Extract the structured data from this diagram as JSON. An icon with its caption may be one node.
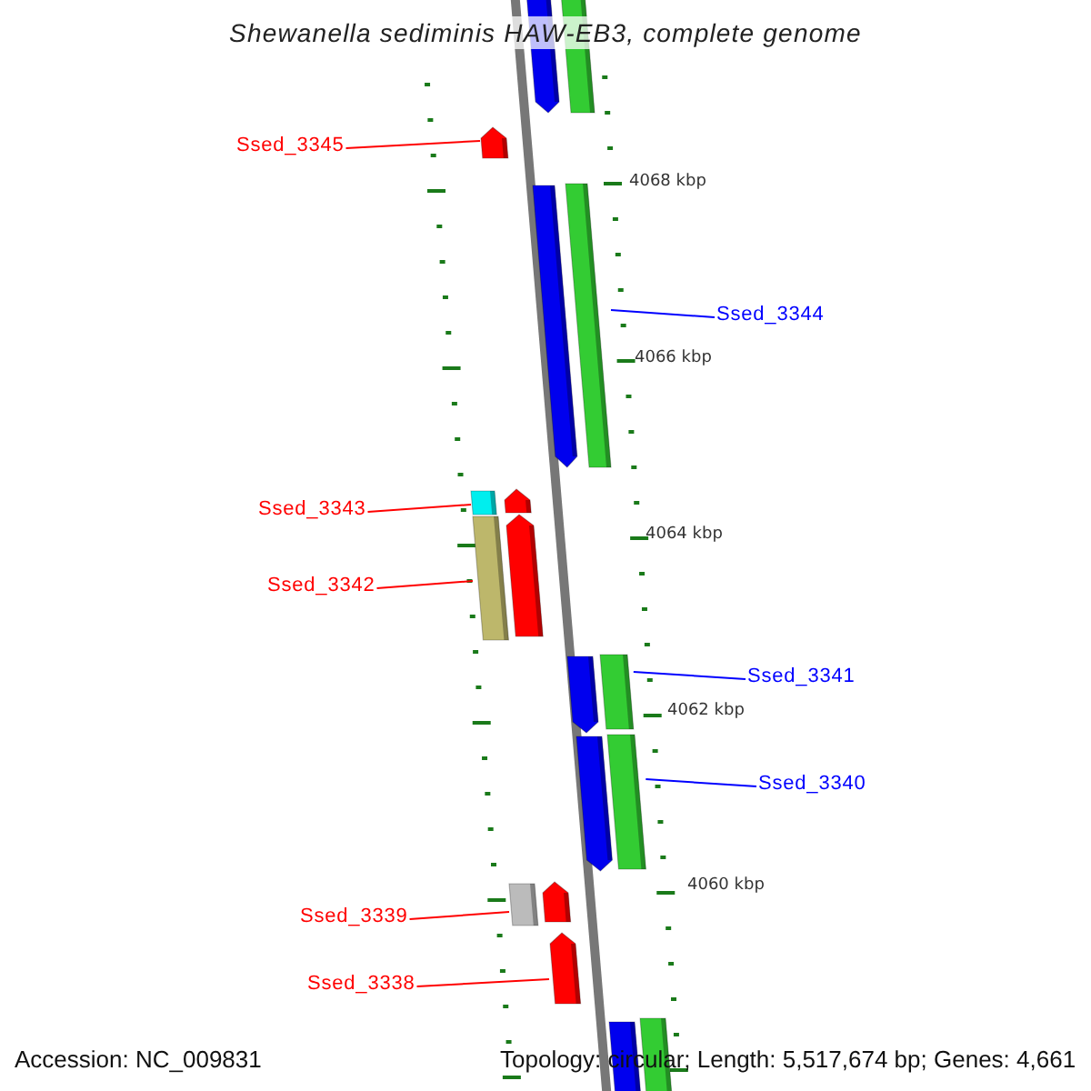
{
  "diagram": {
    "title": "Shewanella sediminis HAW-EB3, complete genome",
    "nodes": [
      {
        "text": [
          "Ssed_3345"
        ]
      },
      {
        "text": [],
        "shape": "bar"
      },
      {
        "text": [
          "Ssed_3344"
        ]
      },
      {
        "text": [],
        "shape": "bar"
      },
      {
        "text": [
          "Ssed_3343"
        ]
      },
      {
        "text": [],
        "shape": "bar"
      },
      {
        "text": [
          "Ssed_3342"
        ]
      },
      {
        "text": [],
        "shape": "bar"
      },
      {
        "text": [
          "Ssed_3341"
        ]
      },
      {
        "text": [],
        "shape": "bar"
      },
      {
        "text": [
          "Ssed_3340"
        ]
      },
      {
        "text": [],
        "shape": "bar"
      },
      {
        "text": [
          "Ssed_3339"
        ]
      },
      {
        "text": [],
        "shape": "bar"
      },
      {
        "text": [
          "Ssed_3338"
        ]
      },
      {
        "text": [],
        "shape": "bar"
      }
    ],
    "edges": [
      {
        "from": 0,
        "to": 1,
        "arrow": "none",
        "color": "#ff0000"
      },
      {
        "from": 2,
        "to": 3,
        "arrow": "none",
        "color": "#0000ff"
      },
      {
        "from": 4,
        "to": 5,
        "arrow": "none",
        "color": "#ff0000"
      },
      {
        "from": 6,
        "to": 7,
        "arrow": "none",
        "color": "#ff0000"
      },
      {
        "from": 8,
        "to": 9,
        "arrow": "none",
        "color": "#0000ff"
      },
      {
        "from": 10,
        "to": 11,
        "arrow": "none",
        "color": "#0000ff"
      },
      {
        "from": 12,
        "to": 13,
        "arrow": "none",
        "color": "#ff0000"
      },
      {
        "from": 14,
        "to": 15,
        "arrow": "none",
        "color": "#ff0000"
      }
    ],
    "labels": [
      "4068 kbp",
      "4066 kbp",
      "4064 kbp",
      "4062 kbp",
      "4060 kbp",
      "Accession: NC_009831",
      "Topology: circular; Length: 5,517,674 bp; Genes: 4,661"
    ]
  }
}
